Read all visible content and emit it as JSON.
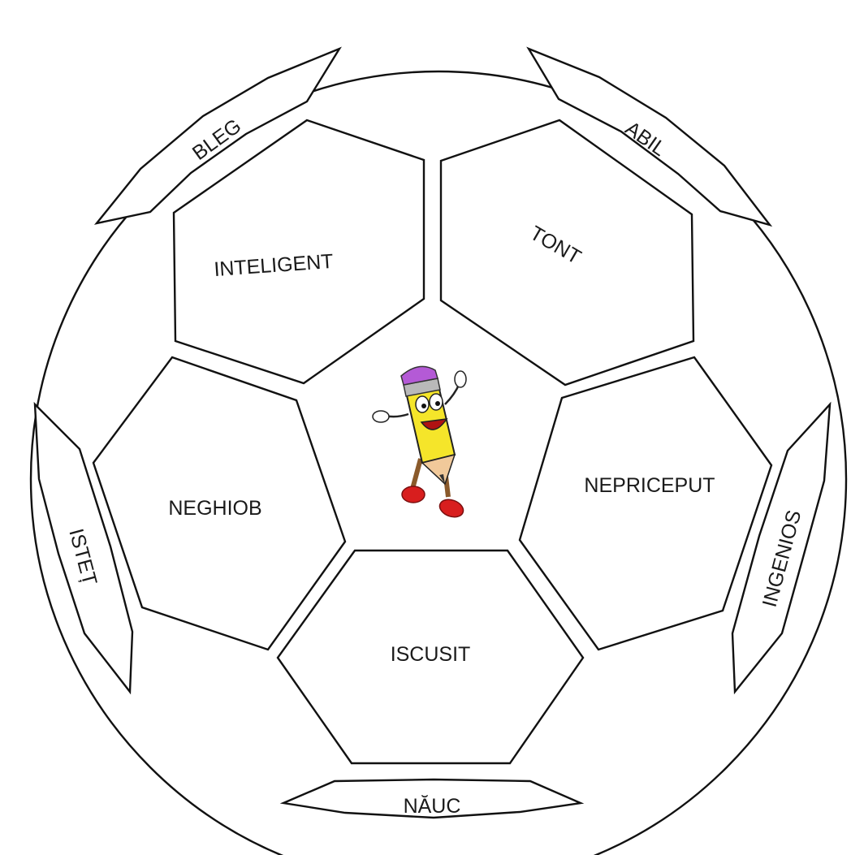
{
  "colors": {
    "outline": "#111111",
    "background": "#ffffff",
    "pencil_body": "#f5e52a",
    "pencil_eraser": "#b45ad6",
    "pencil_shoes": "#d81e1e"
  },
  "mascot": {
    "icon": "pencil-character-icon"
  },
  "words": {
    "inteligent": "INTELIGENT",
    "tont": "TONT",
    "neghiob": "NEGHIOB",
    "nepriceput": "NEPRICEPUT",
    "iscusit": "ISCUSIT",
    "bleg": "BLEG",
    "abil": "ABIL",
    "istet": "ISTEȚ",
    "ingenios": "INGENIOS",
    "nauc": "NĂUC"
  }
}
